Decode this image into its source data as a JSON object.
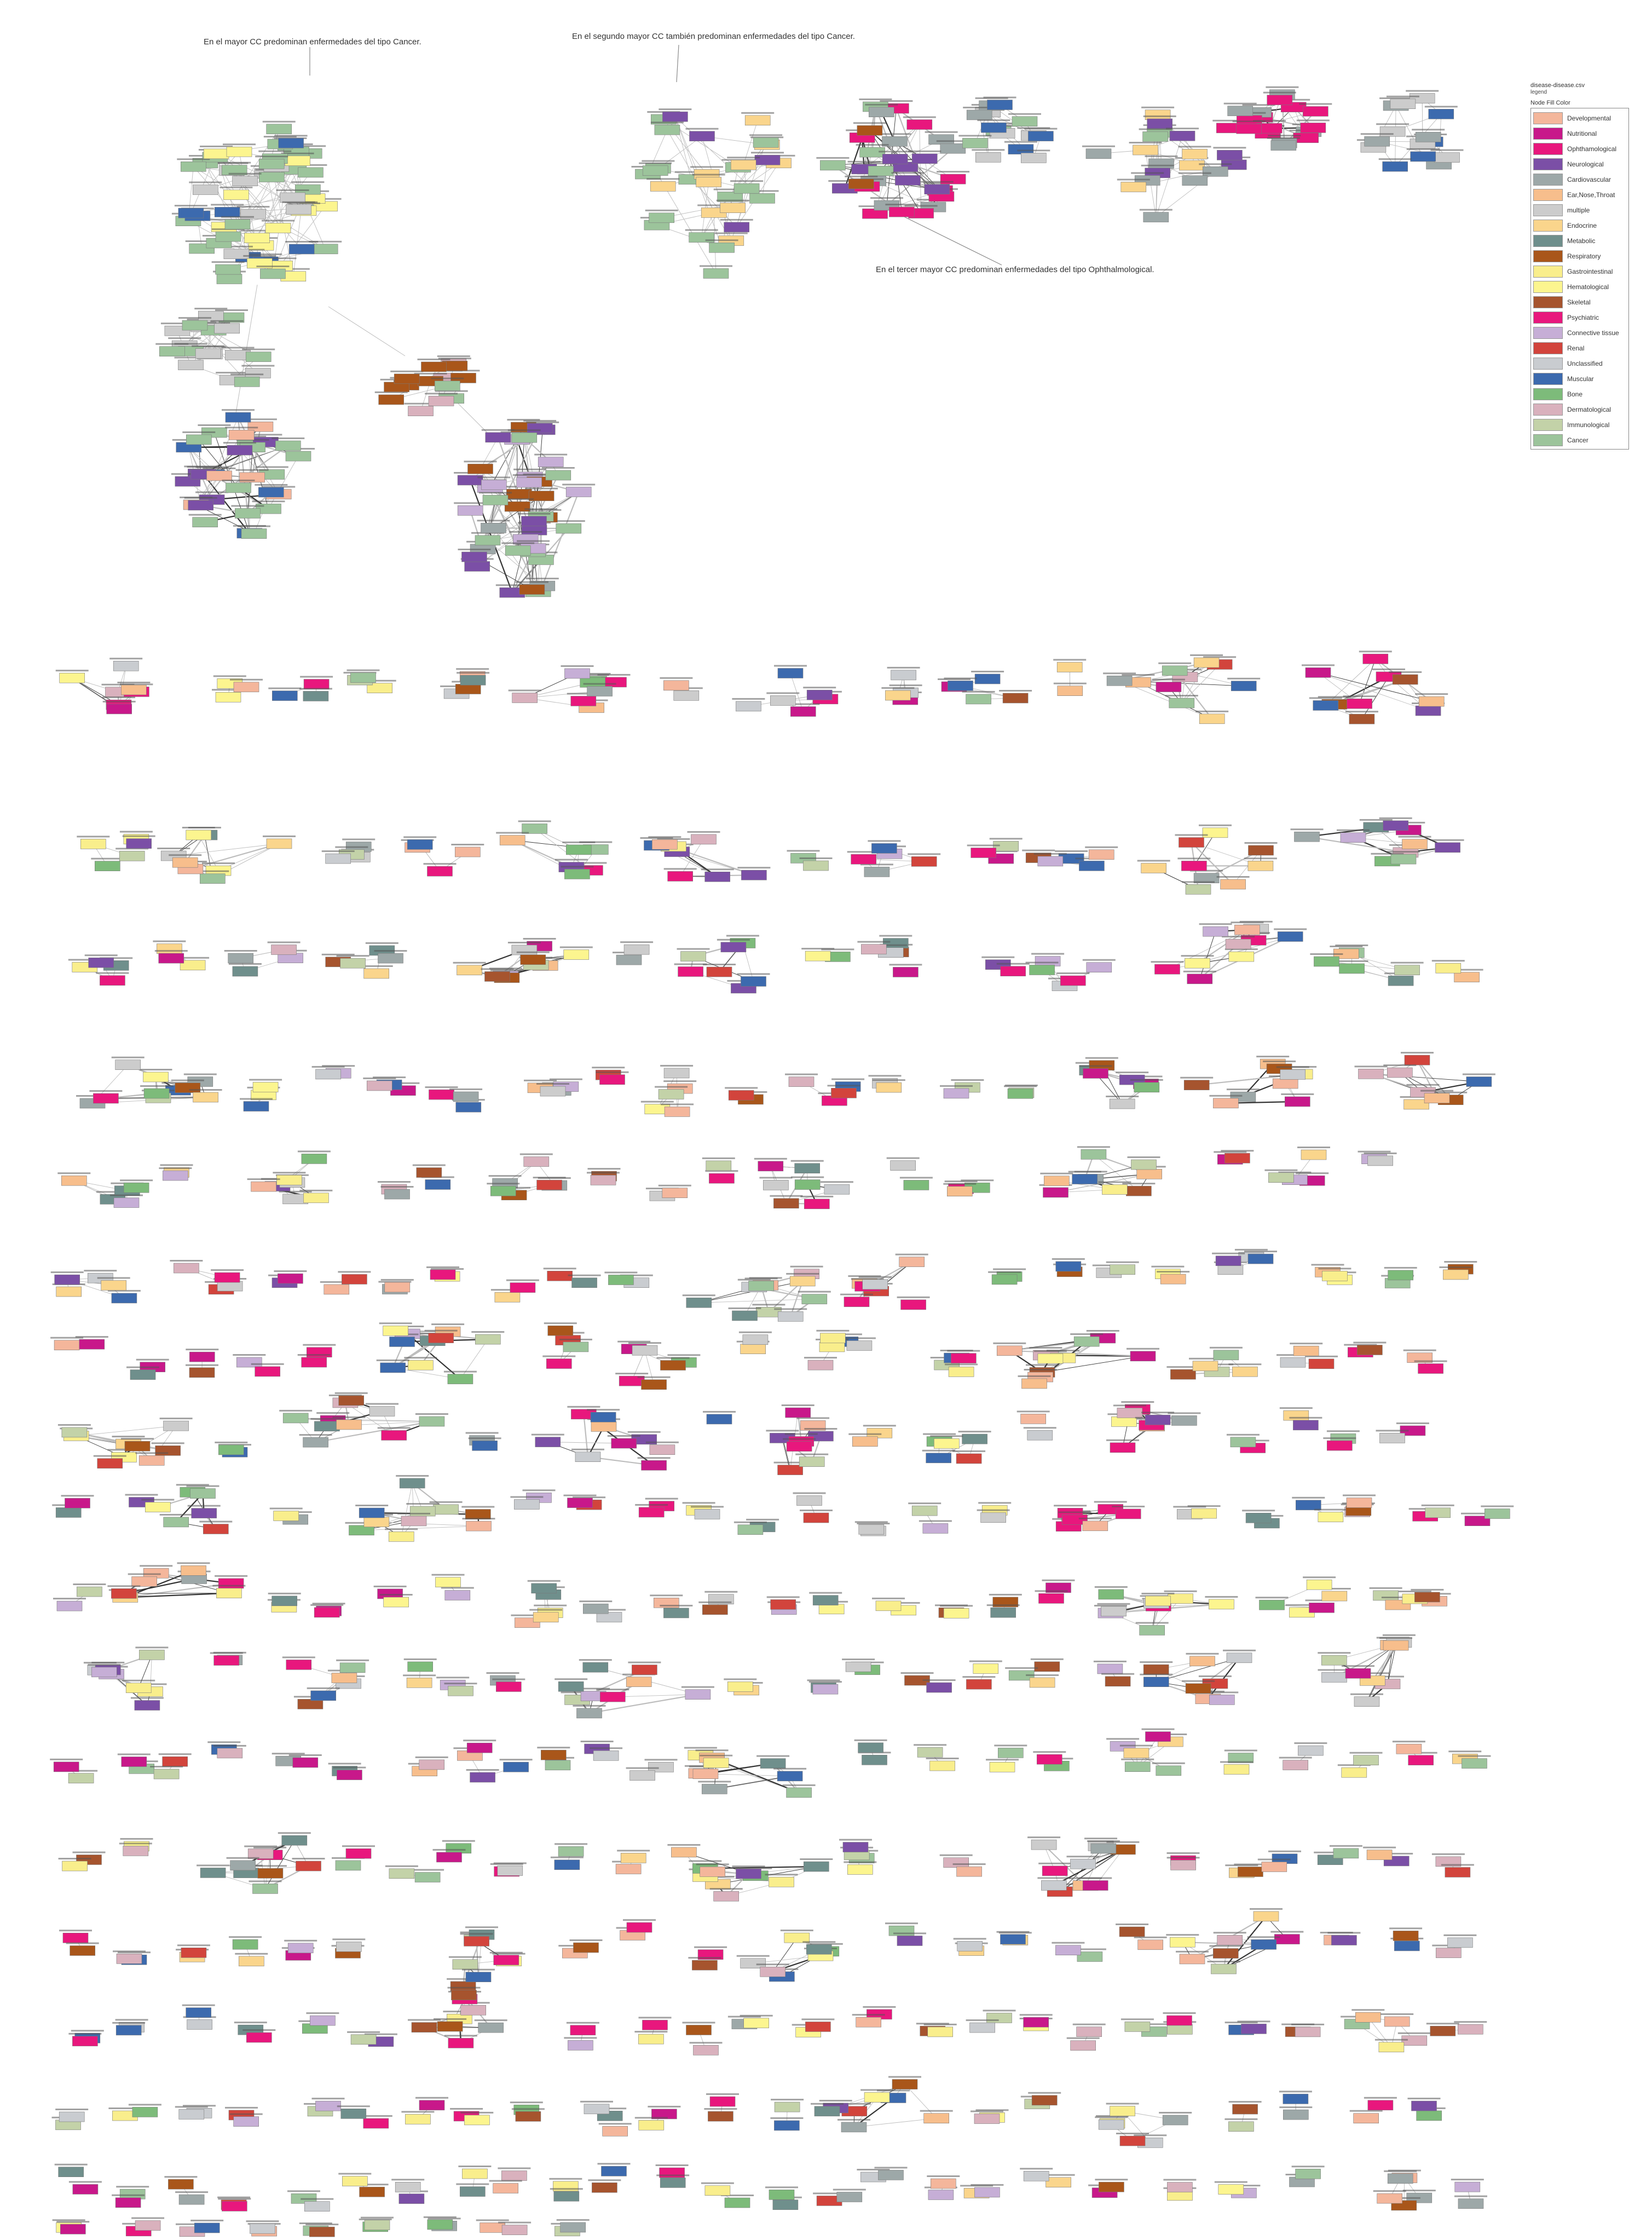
{
  "annotations": [
    "En el mayor CC predominan enfermedades del tipo Cancer.",
    "En el segundo mayor CC también predominan enfermedades del tipo Cancer.",
    "En el tercer mayor CC predominan enfermedades del tipo Ophthalmological."
  ],
  "legend": {
    "file": "disease-disease.csv",
    "subtitle": "legend",
    "heading": "Node Fill Color",
    "items": [
      {
        "label": "Developmental",
        "color": "#F4B69B"
      },
      {
        "label": "Nutritional",
        "color": "#C8188A"
      },
      {
        "label": "Ophthamological",
        "color": "#E8177D"
      },
      {
        "label": "Neurological",
        "color": "#7B4FA6"
      },
      {
        "label": "Cardiovascular",
        "color": "#9DA8A8"
      },
      {
        "label": "Ear,Nose,Throat",
        "color": "#F7BE8C"
      },
      {
        "label": "multiple",
        "color": "#CCCCCC"
      },
      {
        "label": "Endocrine",
        "color": "#FAD58C"
      },
      {
        "label": "Metabolic",
        "color": "#6F8F8C"
      },
      {
        "label": "Respiratory",
        "color": "#A9561A"
      },
      {
        "label": "Gastrointestinal",
        "color": "#F9EE8C"
      },
      {
        "label": "Hematological",
        "color": "#FCF58F"
      },
      {
        "label": "Skeletal",
        "color": "#A6542E"
      },
      {
        "label": "Psychiatric",
        "color": "#E8177D"
      },
      {
        "label": "Connective tissue",
        "color": "#C6AED6"
      },
      {
        "label": "Renal",
        "color": "#D2443C"
      },
      {
        "label": "Unclassified",
        "color": "#C9CCD0"
      },
      {
        "label": "Muscular",
        "color": "#3C6AAE"
      },
      {
        "label": "Bone",
        "color": "#7DBB7A"
      },
      {
        "label": "Dermatological",
        "color": "#D9B1BD"
      },
      {
        "label": "Immunological",
        "color": "#C3D2A8"
      },
      {
        "label": "Cancer",
        "color": "#9CC49B"
      }
    ]
  }
}
